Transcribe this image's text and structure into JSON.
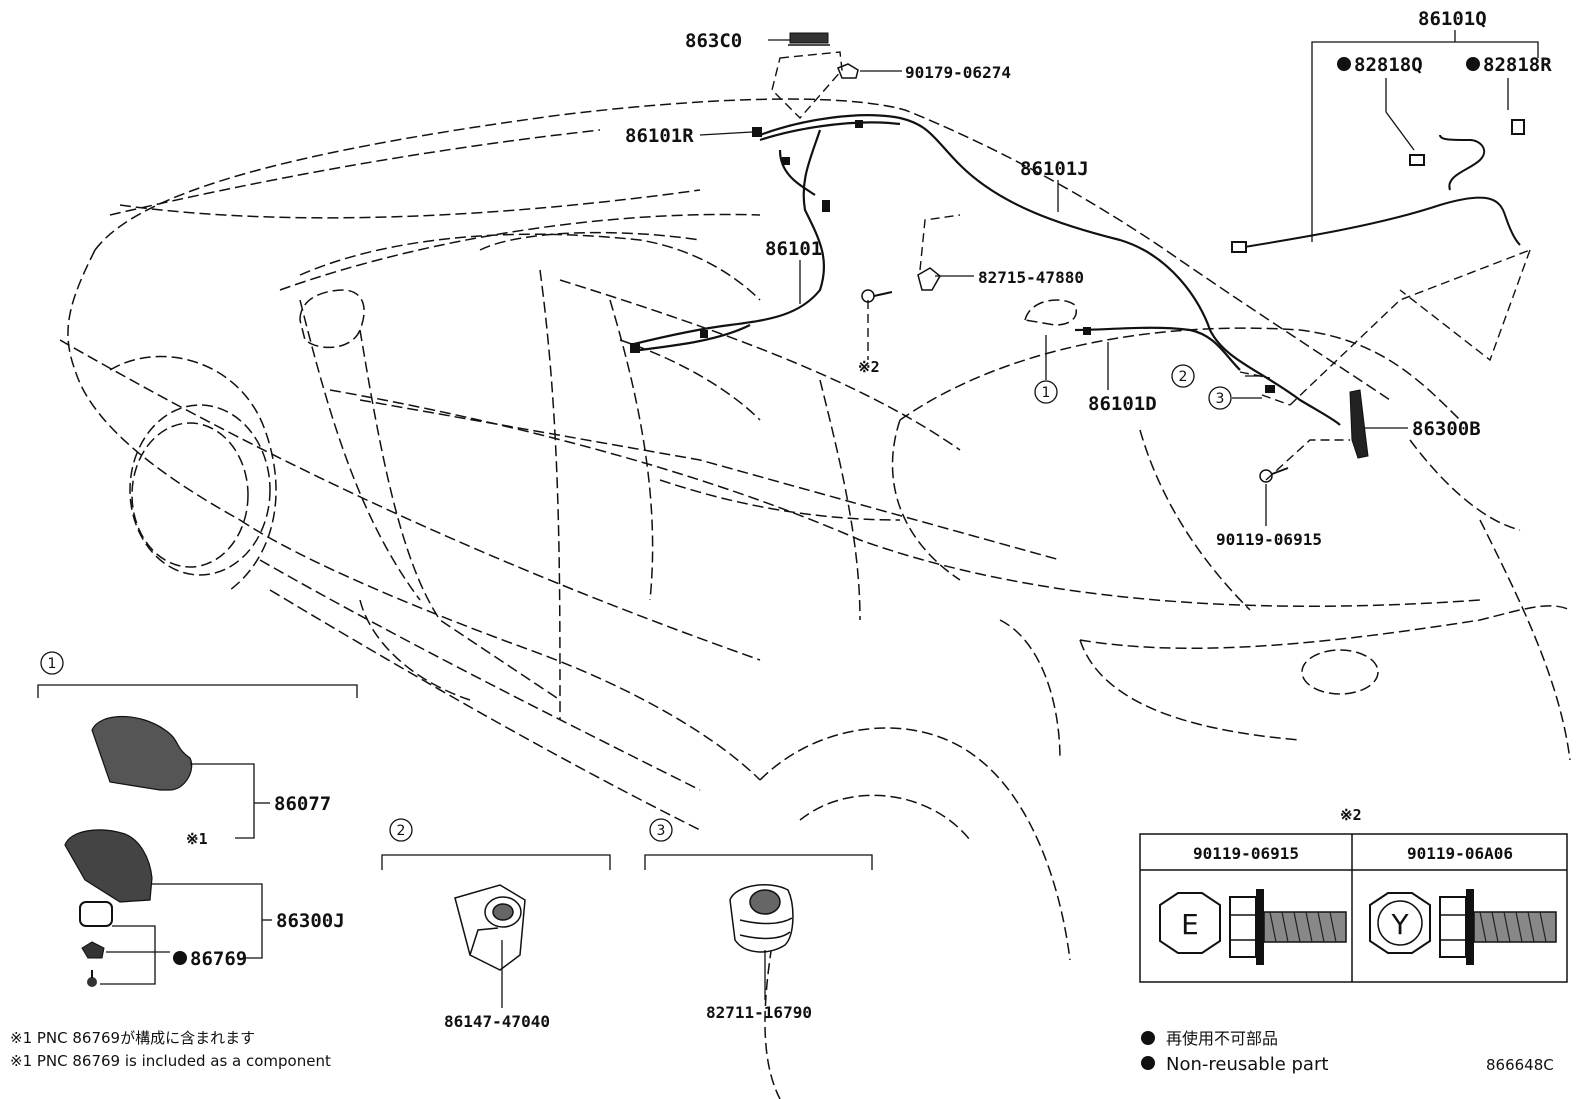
{
  "callouts": {
    "c863c0": "863C0",
    "c90179": "90179-06274",
    "c86101r": "86101R",
    "c86101j": "86101J",
    "c86101": "86101",
    "c82715": "82715-47880",
    "c86101q": "86101Q",
    "c82818q": "82818Q",
    "c82818r": "82818R",
    "c86101d": "86101D",
    "c86300b": "86300B",
    "c90119a": "90119-06915",
    "mark2": "※2",
    "circ1": "1",
    "circ2": "2",
    "circ3": "3"
  },
  "inset1": {
    "number": "1",
    "p86077": "86077",
    "mark1": "※1",
    "p86300j": "86300J",
    "p86769": "86769"
  },
  "inset2": {
    "number": "2",
    "part": "86147-47040"
  },
  "inset3": {
    "number": "3",
    "part": "82711-16790"
  },
  "bolt_table": {
    "mark": "※2",
    "col1": "90119-06915",
    "col2": "90119-06A06",
    "head1": "E",
    "head2": "Y"
  },
  "footnotes": {
    "jp": "※1 PNC 86769が構成に含まれます",
    "en": "※1 PNC 86769 is included as a component"
  },
  "legend": {
    "jp": "再使用不可部品",
    "en": "Non-reusable part"
  },
  "diagram_code": "866648C"
}
